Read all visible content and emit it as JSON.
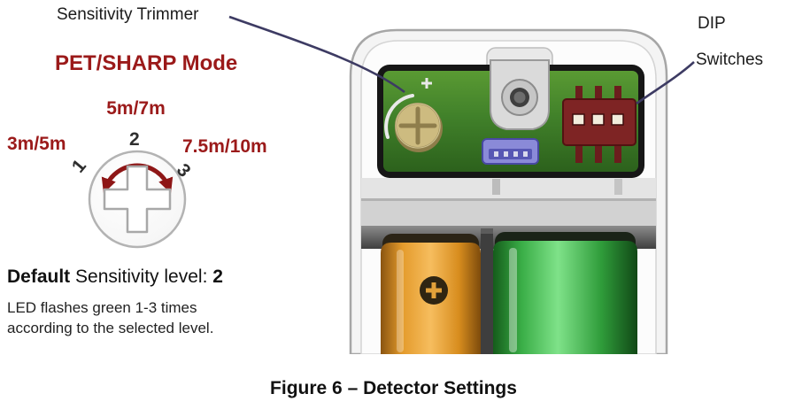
{
  "callouts": {
    "sensitivity_trimmer": "Sensitivity Trimmer",
    "dip_line1": "DIP",
    "dip_line2": "Switches"
  },
  "mode_title": "PET/SHARP Mode",
  "dial": {
    "positions": [
      {
        "num": "1",
        "range": "3m/5m"
      },
      {
        "num": "2",
        "range": "5m/7m"
      },
      {
        "num": "3",
        "range": "7.5m/10m"
      }
    ],
    "default_word": "Default",
    "default_rest": " Sensitivity level: ",
    "default_value": "2"
  },
  "led_note": {
    "line1": "LED flashes green 1-3 times",
    "line2": "according to the selected level."
  },
  "figure_caption": "Figure 6 – Detector Settings",
  "colors": {
    "heading_red": "#9b1a1a",
    "arrow_red": "#8e1616",
    "callout_navy": "#3d3b63",
    "pcb_green": "#41812a",
    "trimmer_tan": "#cdbb80",
    "dip_maroon": "#7e2424",
    "connector_blue": "#8a8ad8",
    "battery_orange": "#e49b2c",
    "battery_green": "#3aae47"
  }
}
